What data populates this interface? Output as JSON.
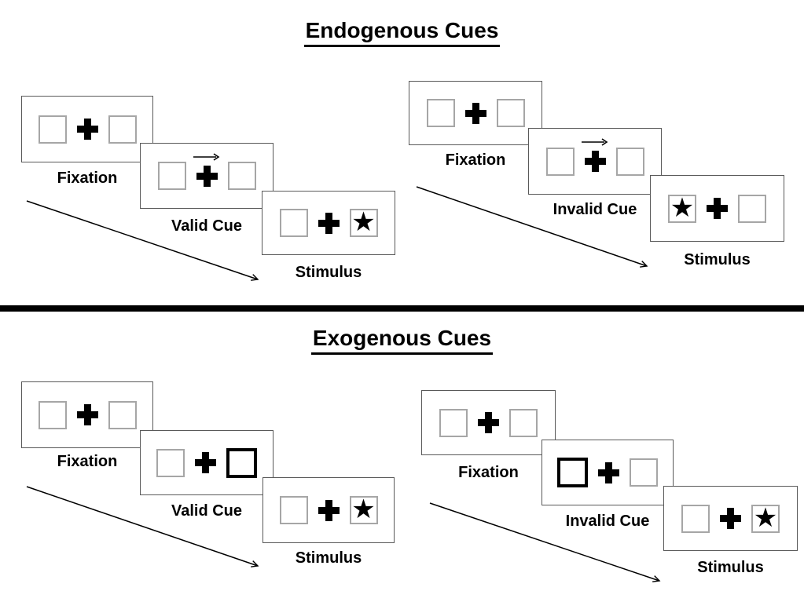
{
  "icons": {
    "star": "★",
    "fixation_cross": "cross-shape",
    "cue_arrow": "right-arrow"
  },
  "colors": {
    "background": "#ffffff",
    "panel_border": "#595959",
    "placeholder_box_border": "#a6a6a6",
    "ink": "#000000"
  },
  "sections": [
    {
      "title": "Endogenous Cues",
      "sequences": [
        {
          "condition": "valid",
          "panels": [
            {
              "label": "Fixation",
              "type": "fixation"
            },
            {
              "label": "Valid Cue",
              "type": "cue",
              "cue_style": "central-arrow",
              "cue_direction": "right"
            },
            {
              "label": "Stimulus",
              "type": "stimulus",
              "stimulus_side": "right"
            }
          ]
        },
        {
          "condition": "invalid",
          "panels": [
            {
              "label": "Fixation",
              "type": "fixation"
            },
            {
              "label": "Invalid Cue",
              "type": "cue",
              "cue_style": "central-arrow",
              "cue_direction": "right"
            },
            {
              "label": "Stimulus",
              "type": "stimulus",
              "stimulus_side": "left"
            }
          ]
        }
      ]
    },
    {
      "title": "Exogenous Cues",
      "sequences": [
        {
          "condition": "valid",
          "panels": [
            {
              "label": "Fixation",
              "type": "fixation"
            },
            {
              "label": "Valid Cue",
              "type": "cue",
              "cue_style": "peripheral-box",
              "cue_side": "right"
            },
            {
              "label": "Stimulus",
              "type": "stimulus",
              "stimulus_side": "right"
            }
          ]
        },
        {
          "condition": "invalid",
          "panels": [
            {
              "label": "Fixation",
              "type": "fixation"
            },
            {
              "label": "Invalid Cue",
              "type": "cue",
              "cue_style": "peripheral-box",
              "cue_side": "left"
            },
            {
              "label": "Stimulus",
              "type": "stimulus",
              "stimulus_side": "right"
            }
          ]
        }
      ]
    }
  ]
}
